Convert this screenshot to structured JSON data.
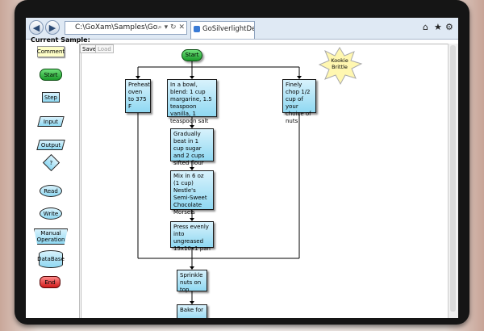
{
  "browser": {
    "address": "C:\\GoXam\\Samples\\GoSilv",
    "tab_title": "GoSilverlightDemo",
    "back_icon": "back-arrow-icon",
    "forward_icon": "forward-arrow-icon"
  },
  "sample": {
    "heading": "Current Sample:"
  },
  "palette": [
    {
      "label": "Comment"
    },
    {
      "label": "Start"
    },
    {
      "label": "Step"
    },
    {
      "label": "Input"
    },
    {
      "label": "Output"
    },
    {
      "label": "?"
    },
    {
      "label": "Read"
    },
    {
      "label": "Write"
    },
    {
      "label": "Manual Operation"
    },
    {
      "label": "DataBase"
    },
    {
      "label": "End"
    }
  ],
  "toolbar": {
    "save_label": "Save",
    "load_label": "Load"
  },
  "diagram": {
    "start": "Start",
    "comment": "Kookie Brittle",
    "preheat": "Preheat oven to 375 F",
    "blend": "In a bowl, blend: 1 cup margarine, 1.5 teaspoon vanilla, 1 teaspoon salt",
    "chop": "Finely chop 1/2 cup of your choice of nuts",
    "beat": "Gradually beat in 1 cup sugar and 2 cups sifted flour",
    "mix": "Mix in 6 oz (1 cup) Nestle's Semi-Sweet Chocolate Morsels",
    "press": "Press evenly into ungreased 15x10x1 pan",
    "sprinkle": "Sprinkle nuts on top",
    "bake": "Bake for"
  }
}
